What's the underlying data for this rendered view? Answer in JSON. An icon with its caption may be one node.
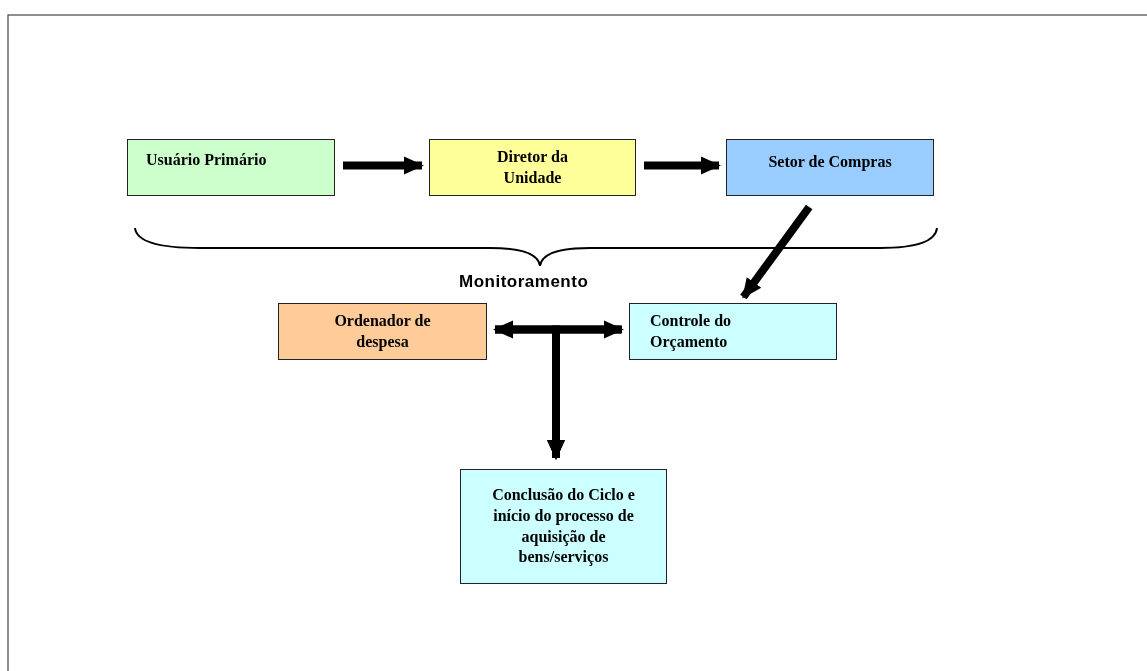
{
  "diagram": {
    "nodes": [
      {
        "text": [
          "Usuário Primário"
        ]
      },
      {
        "text": [
          "Diretor da Unidade"
        ]
      },
      {
        "text": [
          "Setor de Compras"
        ]
      },
      {
        "text": [
          "Ordenador de despesa"
        ]
      },
      {
        "text": [
          "Controle do Orçamento"
        ]
      },
      {
        "text": [
          "Conclusão do Ciclo e início do processo de aquisição de bens/serviços"
        ]
      }
    ],
    "edges": [
      {
        "from": 0,
        "to": 1,
        "arrow": "to"
      },
      {
        "from": 1,
        "to": 2,
        "arrow": "to"
      },
      {
        "from": 2,
        "to": 4,
        "arrow": "to"
      },
      {
        "from": 3,
        "to": 4,
        "arrow": "both"
      },
      {
        "from": 3,
        "to": 5,
        "arrow": "to"
      },
      {
        "from": 4,
        "to": 5,
        "arrow": "to"
      }
    ],
    "labels": [
      "Monitoramento"
    ]
  }
}
